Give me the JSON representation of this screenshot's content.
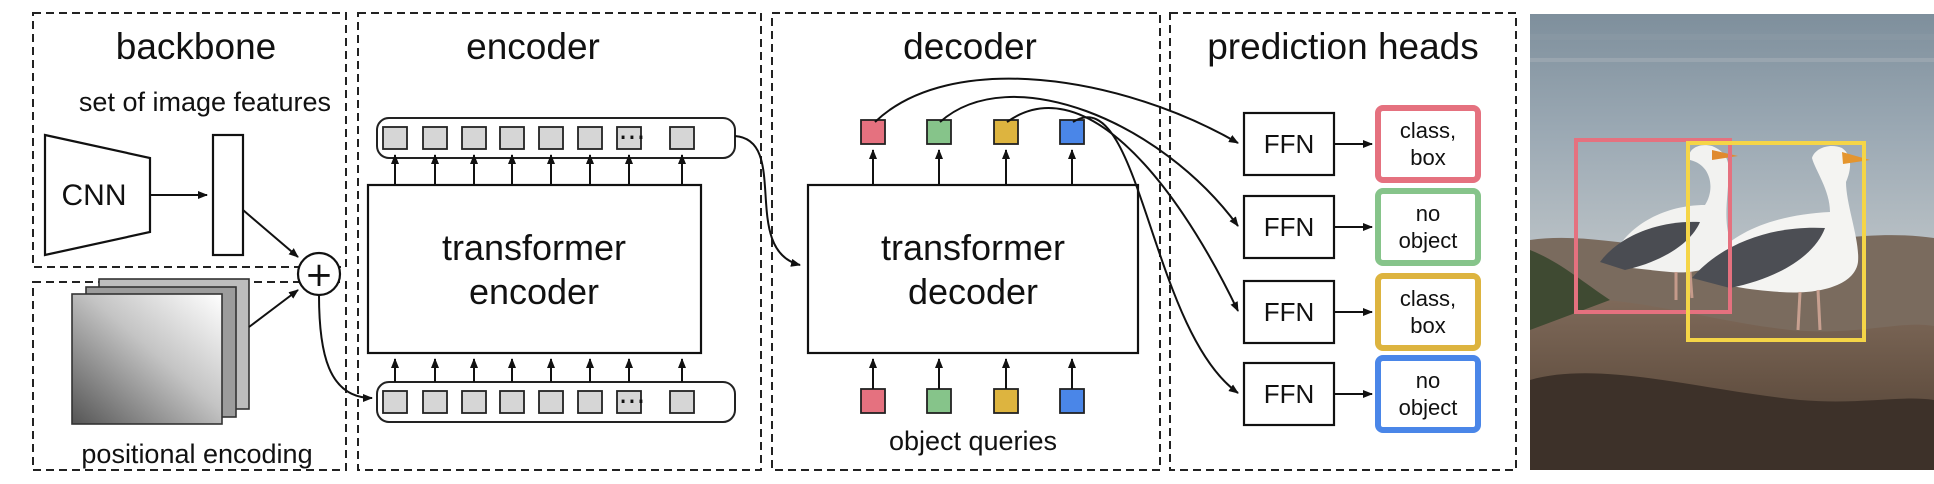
{
  "sections": {
    "backbone": "backbone",
    "encoder": "encoder",
    "decoder": "decoder",
    "prediction_heads": "prediction heads"
  },
  "backbone": {
    "image_features_label": "set of image features",
    "cnn_label": "CNN",
    "positional_encoding_label": "positional encoding",
    "plus_symbol": "+"
  },
  "encoder": {
    "block_line1": "transformer",
    "block_line2": "encoder",
    "ellipsis": "···"
  },
  "decoder": {
    "block_line1": "transformer",
    "block_line2": "decoder",
    "queries_label": "object queries"
  },
  "heads": [
    {
      "ffn": "FFN",
      "line1": "class,",
      "line2": "box",
      "color": "#e5717f"
    },
    {
      "ffn": "FFN",
      "line1": "no",
      "line2": "object",
      "color": "#86c48a"
    },
    {
      "ffn": "FFN",
      "line1": "class,",
      "line2": "box",
      "color": "#ddb43f"
    },
    {
      "ffn": "FFN",
      "line1": "no",
      "line2": "object",
      "color": "#4a86e8"
    }
  ],
  "query_colors": [
    "#e5717f",
    "#86c48a",
    "#ddb43f",
    "#4a86e8"
  ],
  "detections": [
    {
      "color": "#e5717f"
    },
    {
      "color": "#f5d547"
    }
  ],
  "colors": {
    "token_fill": "#d6d6d6",
    "line": "#111111"
  }
}
